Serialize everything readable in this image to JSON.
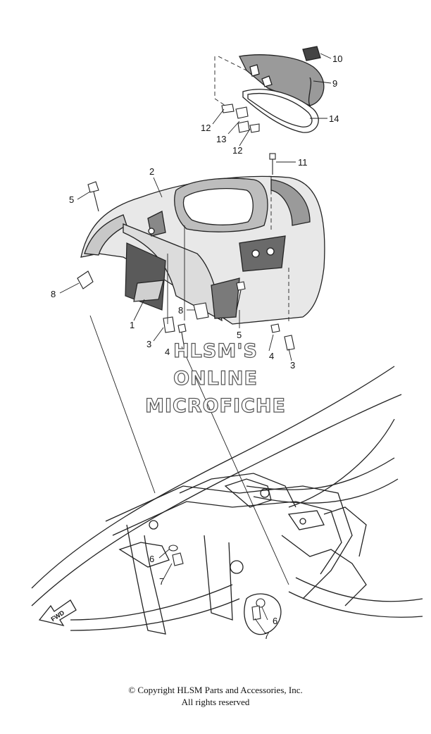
{
  "diagram": {
    "callouts": [
      {
        "id": "c10",
        "label": "10"
      },
      {
        "id": "c9",
        "label": "9"
      },
      {
        "id": "c14",
        "label": "14"
      },
      {
        "id": "c12a",
        "label": "12"
      },
      {
        "id": "c13",
        "label": "13"
      },
      {
        "id": "c12b",
        "label": "12"
      },
      {
        "id": "c11",
        "label": "11"
      },
      {
        "id": "c2",
        "label": "2"
      },
      {
        "id": "c5a",
        "label": "5"
      },
      {
        "id": "c8a",
        "label": "8"
      },
      {
        "id": "c1",
        "label": "1"
      },
      {
        "id": "c8b",
        "label": "8"
      },
      {
        "id": "c3a",
        "label": "3"
      },
      {
        "id": "c4a",
        "label": "4"
      },
      {
        "id": "c5b",
        "label": "5"
      },
      {
        "id": "c4b",
        "label": "4"
      },
      {
        "id": "c3b",
        "label": "3"
      },
      {
        "id": "c6a",
        "label": "6"
      },
      {
        "id": "c7a",
        "label": "7"
      },
      {
        "id": "c6b",
        "label": "6"
      },
      {
        "id": "c7b",
        "label": "7"
      }
    ],
    "fwd_label": "FWD"
  },
  "watermark": [
    "HLSM'S",
    "ONLINE",
    "MICROFICHE"
  ],
  "footer": {
    "copyright": "© Copyright HLSM Parts and Accessories, Inc.",
    "rights": "All rights reserved"
  }
}
